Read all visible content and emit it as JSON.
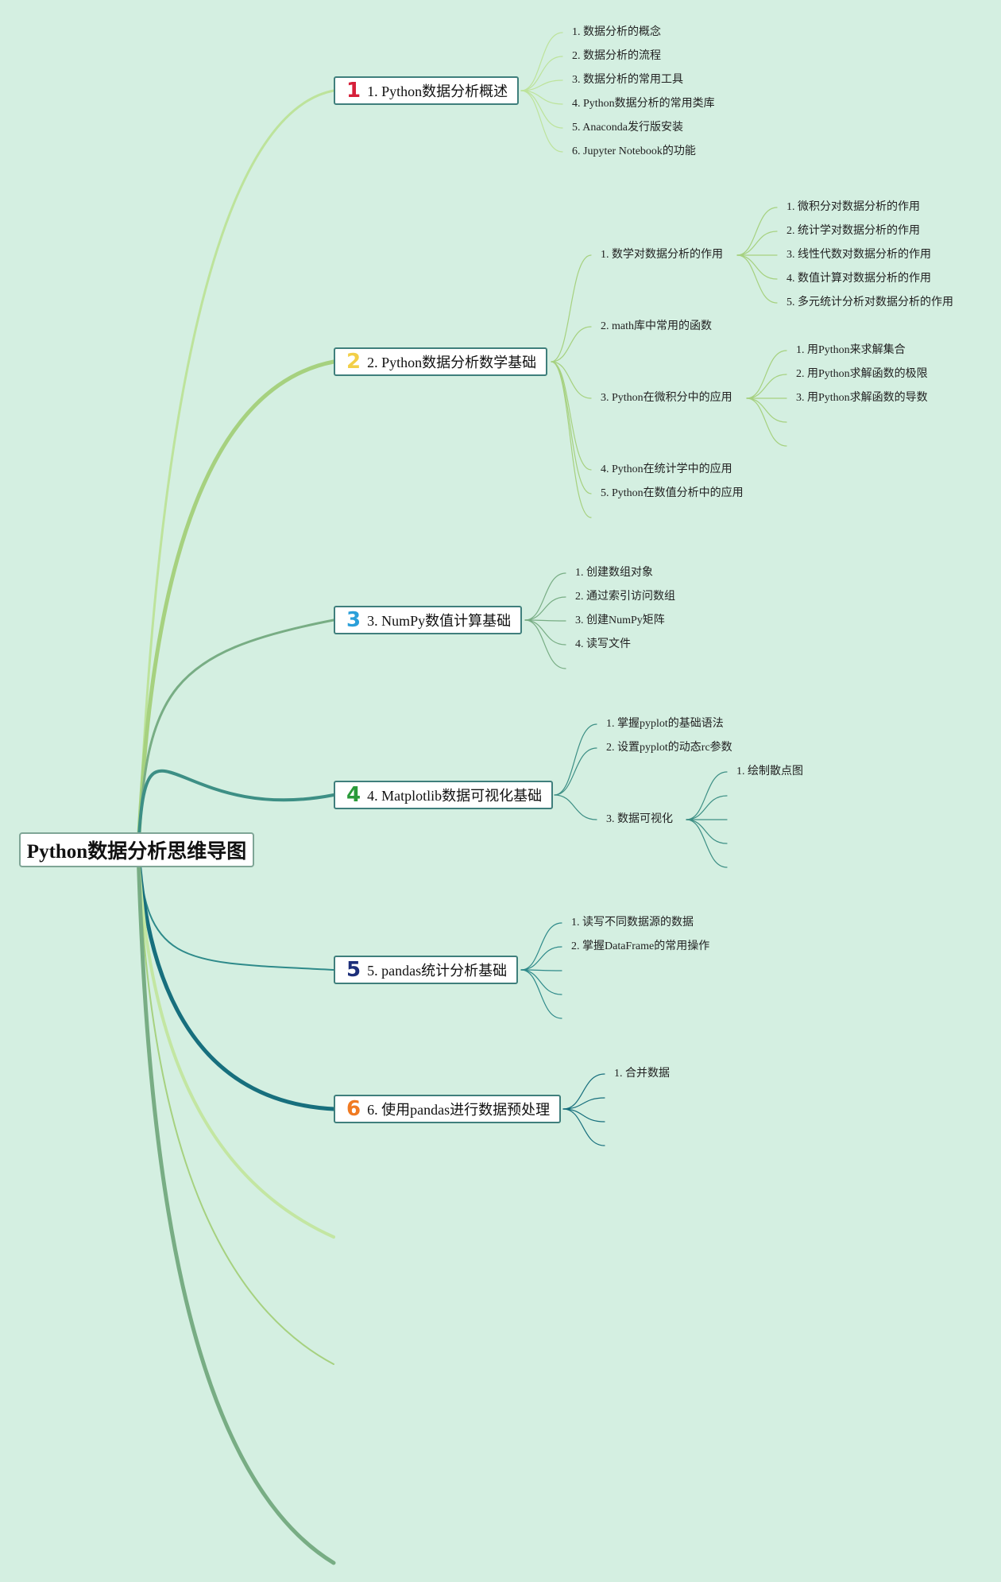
{
  "root": {
    "title": "Python数据分析思维导图"
  },
  "topics": [
    {
      "num": "1",
      "num_color": "#d6203a",
      "line_color": "#bde39b",
      "label": "1. Python数据分析概述",
      "children": [
        {
          "label": "1. 数据分析的概念"
        },
        {
          "label": "2. 数据分析的流程"
        },
        {
          "label": "3. 数据分析的常用工具"
        },
        {
          "label": "4. Python数据分析的常用类库"
        },
        {
          "label": "5. Anaconda发行版安装"
        },
        {
          "label": "6. Jupyter Notebook的功能"
        }
      ]
    },
    {
      "num": "2",
      "num_color": "#f2cf48",
      "line_color": "#a6d17f",
      "label": "2. Python数据分析数学基础",
      "children": [
        {
          "label": "1. 数学对数据分析的作用",
          "children": [
            {
              "label": "1. 微积分对数据分析的作用"
            },
            {
              "label": "2. 统计学对数据分析的作用"
            },
            {
              "label": "3. 线性代数对数据分析的作用"
            },
            {
              "label": "4. 数值计算对数据分析的作用"
            },
            {
              "label": "5. 多元统计分析对数据分析的作用"
            }
          ]
        },
        {
          "label": "2. math库中常用的函数"
        },
        {
          "label": "3. Python在微积分中的应用",
          "children": [
            {
              "label": "1. 用Python来求解集合"
            },
            {
              "label": "2. 用Python求解函数的极限"
            },
            {
              "label": "3. 用Python求解函数的导数"
            },
            {
              "label": ""
            },
            {
              "label": ""
            }
          ]
        },
        {
          "label": "4. Python在统计学中的应用"
        },
        {
          "label": "5. Python在数值分析中的应用"
        },
        {
          "label": ""
        }
      ]
    },
    {
      "num": "3",
      "num_color": "#2b9fd9",
      "line_color": "#78ad84",
      "label": "3. NumPy数值计算基础",
      "children": [
        {
          "label": "1. 创建数组对象"
        },
        {
          "label": "2. 通过索引访问数组"
        },
        {
          "label": "3. 创建NumPy矩阵"
        },
        {
          "label": "4. 读写文件"
        },
        {
          "label": ""
        }
      ]
    },
    {
      "num": "4",
      "num_color": "#2a9a3a",
      "line_color": "#3d8f85",
      "label": "4. Matplotlib数据可视化基础",
      "children": [
        {
          "label": "1. 掌握pyplot的基础语法"
        },
        {
          "label": "2. 设置pyplot的动态rc参数"
        },
        {
          "label": "3. 数据可视化",
          "children": [
            {
              "label": "1. 绘制散点图"
            },
            {
              "label": ""
            },
            {
              "label": ""
            },
            {
              "label": ""
            },
            {
              "label": ""
            }
          ]
        }
      ]
    },
    {
      "num": "5",
      "num_color": "#1d2f7a",
      "line_color": "#2e8a8a",
      "label": "5. pandas统计分析基础",
      "children": [
        {
          "label": "1. 读写不同数据源的数据"
        },
        {
          "label": "2. 掌握DataFrame的常用操作"
        },
        {
          "label": ""
        },
        {
          "label": ""
        },
        {
          "label": ""
        }
      ]
    },
    {
      "num": "6",
      "num_color": "#f07a22",
      "line_color": "#176f7d",
      "label": "6. 使用pandas进行数据预处理",
      "children": [
        {
          "label": "1. 合并数据"
        },
        {
          "label": ""
        },
        {
          "label": ""
        },
        {
          "label": ""
        }
      ]
    }
  ]
}
